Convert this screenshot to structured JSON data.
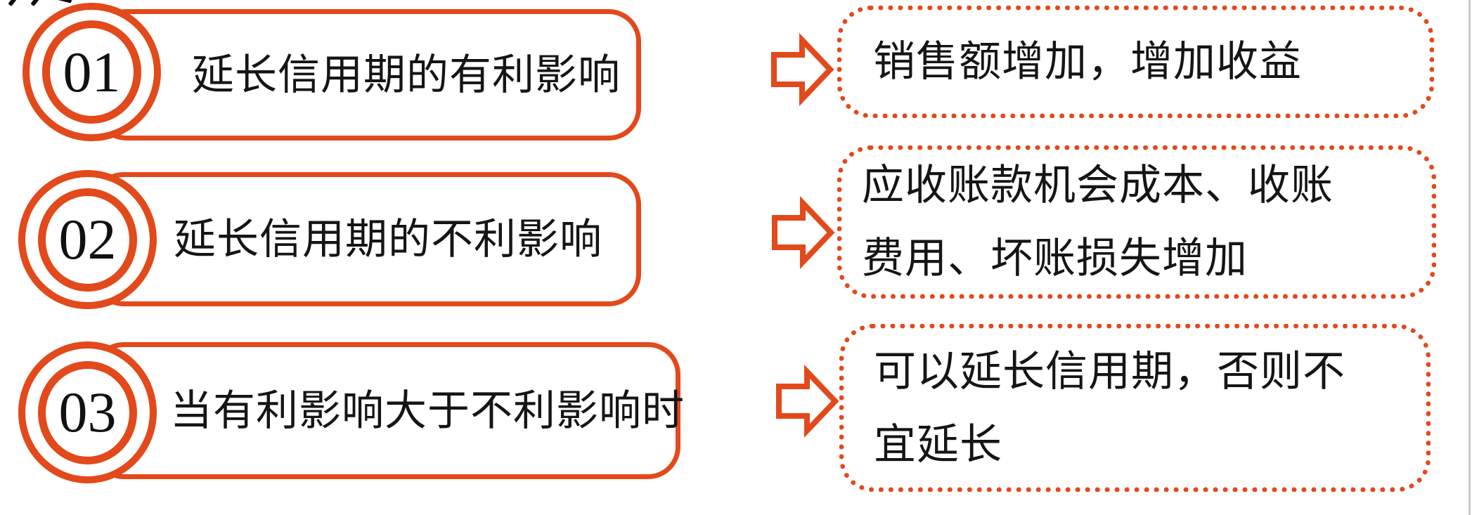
{
  "page": {
    "background": "#ffffff",
    "accent_color": "#e2491b",
    "text_color": "#151515",
    "right_edge_line_color": "#c9c9c9"
  },
  "rows": [
    {
      "number": "01",
      "label": "延长信用期的有利影响",
      "result_lines": [
        "销售额增加，增加收益"
      ]
    },
    {
      "number": "02",
      "label": "延长信用期的不利影响",
      "result_lines": [
        "应收账款机会成本、收账",
        "费用、坏账损失增加"
      ]
    },
    {
      "number": "03",
      "label": "当有利影响大于不利影响时",
      "result_lines": [
        "可以延长信用期，否则不",
        "宜延长"
      ]
    }
  ],
  "icons": {
    "arrow": "right-block-arrow"
  }
}
